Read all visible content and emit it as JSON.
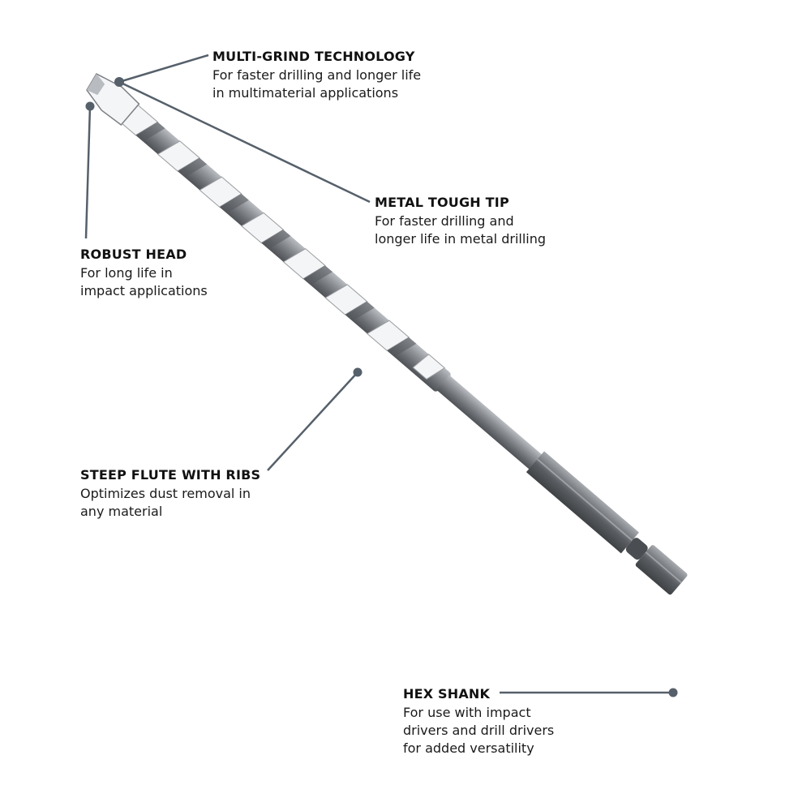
{
  "callouts": {
    "multi_grind": {
      "title": "MULTI-GRIND TECHNOLOGY",
      "desc_line1": "For faster drilling and longer life",
      "desc_line2": "in multimaterial applications"
    },
    "metal_tip": {
      "title": "METAL TOUGH TIP",
      "desc_line1": "For faster drilling and",
      "desc_line2": "longer life in metal drilling"
    },
    "robust_head": {
      "title": "ROBUST HEAD",
      "desc_line1": "For long life in",
      "desc_line2": "impact applications"
    },
    "steep_flute": {
      "title": "STEEP FLUTE WITH RIBS",
      "desc_line1": "Optimizes dust removal in",
      "desc_line2": "any material"
    },
    "hex_shank": {
      "title": "HEX SHANK",
      "desc_line1": "For use with impact",
      "desc_line2": "drivers and drill drivers",
      "desc_line3": "for added versatility"
    }
  },
  "colors": {
    "leader_line": "#56606b",
    "steel_dark": "#5f6266",
    "steel_mid": "#8d9095",
    "steel_light": "#c4c7cb",
    "carbide_white": "#f4f5f6"
  }
}
